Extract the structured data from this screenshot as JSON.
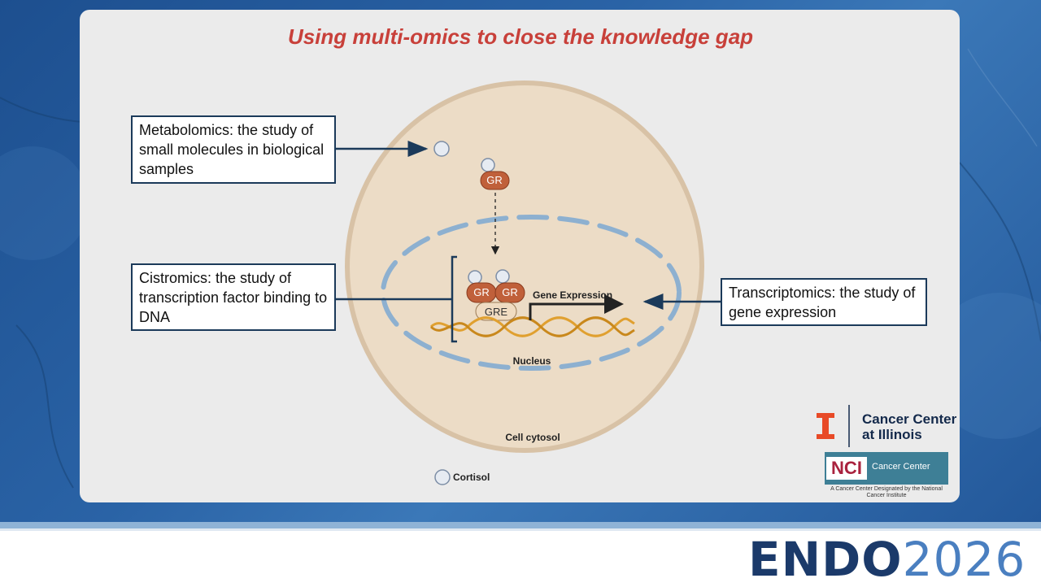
{
  "title": "Using multi-omics to close the knowledge gap",
  "boxes": {
    "metabolomics": "Metabolomics: the study of small molecules in biological samples",
    "cistromics": "Cistromics: the study of transcription factor binding to DNA",
    "transcriptomics": "Transcriptomics: the study of gene expression"
  },
  "diagram": {
    "gr": "GR",
    "gre": "GRE",
    "gene_expression": "Gene Expression",
    "nucleus": "Nucleus",
    "cytosol": "Cell cytosol",
    "cortisol": "Cortisol"
  },
  "logos": {
    "cancer_center": "Cancer Center at Illinois",
    "nci": "NCI",
    "nci_label": "Cancer Center",
    "nci_sub": "A Cancer Center Designated by the National Cancer Institute",
    "endo": "ENDO",
    "endo_year": "2026"
  },
  "colors": {
    "title": "#c8403a",
    "gr_protein": "#c0603a",
    "dna": "#e0a030",
    "nucleus_membrane": "#8db0d0",
    "cytosol": "#ecdcc6",
    "illinois_orange": "#e84a27"
  }
}
